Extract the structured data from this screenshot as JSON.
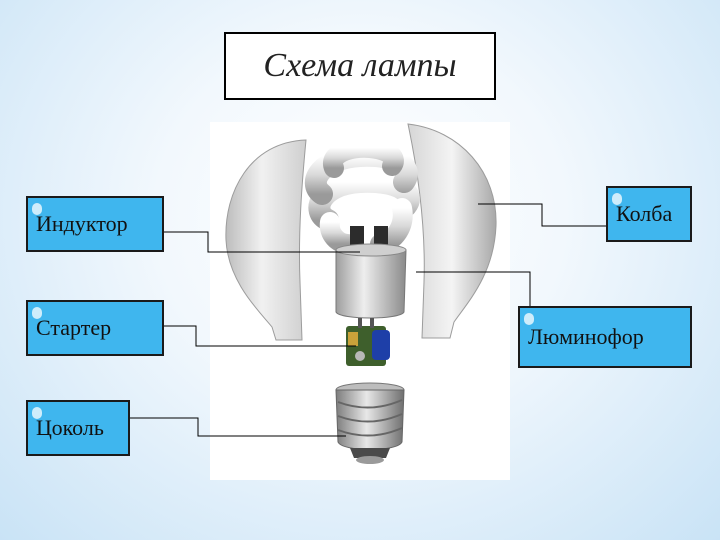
{
  "title": "Схема лампы",
  "labels": {
    "inductor": "Индуктор",
    "starter": "Стартер",
    "base": "Цоколь",
    "bulb": "Колба",
    "phosphor": "Люминофор"
  },
  "colors": {
    "label_fill": "#3fb6ee",
    "background": "#c9e3f6"
  }
}
